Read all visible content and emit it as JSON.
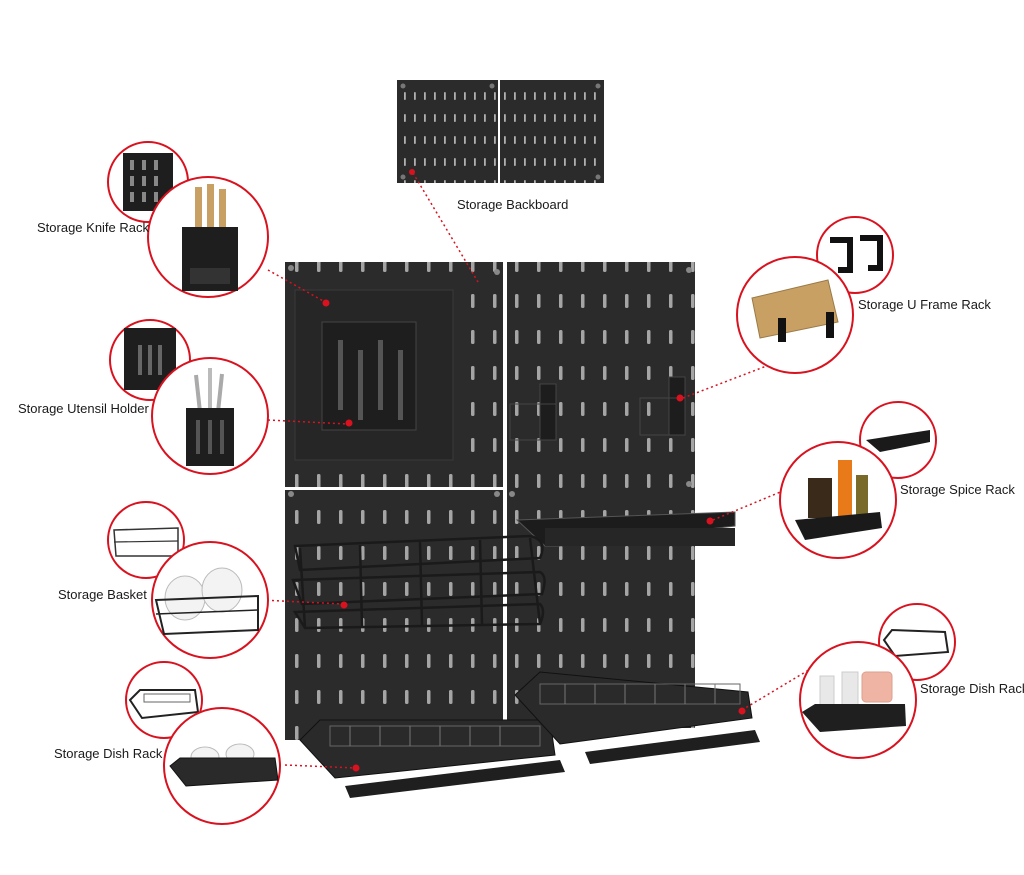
{
  "labels": {
    "backboard": "Storage Backboard",
    "knife_rack": "Storage Knife Rack",
    "u_frame_rack": "Storage U Frame Rack",
    "utensil_holder": "Storage Utensil Holder",
    "spice_rack": "Storage Spice Rack",
    "basket": "Storage Basket",
    "dish_rack_right": "Storage Dish Rack",
    "dish_rack_left": "Storage Dish Rack"
  },
  "colors": {
    "board": "#2b2b2b",
    "board_edge": "#3c3c3c",
    "slot": "#9a9a9a",
    "accent": "#d9121f",
    "callout_circle": "#d9121f",
    "wood": "#c9a064"
  },
  "icons": [
    "pegboard-icon",
    "knife-rack-icon",
    "utensil-holder-icon",
    "u-frame-icon",
    "spice-rack-icon",
    "basket-icon",
    "dish-rack-icon"
  ]
}
